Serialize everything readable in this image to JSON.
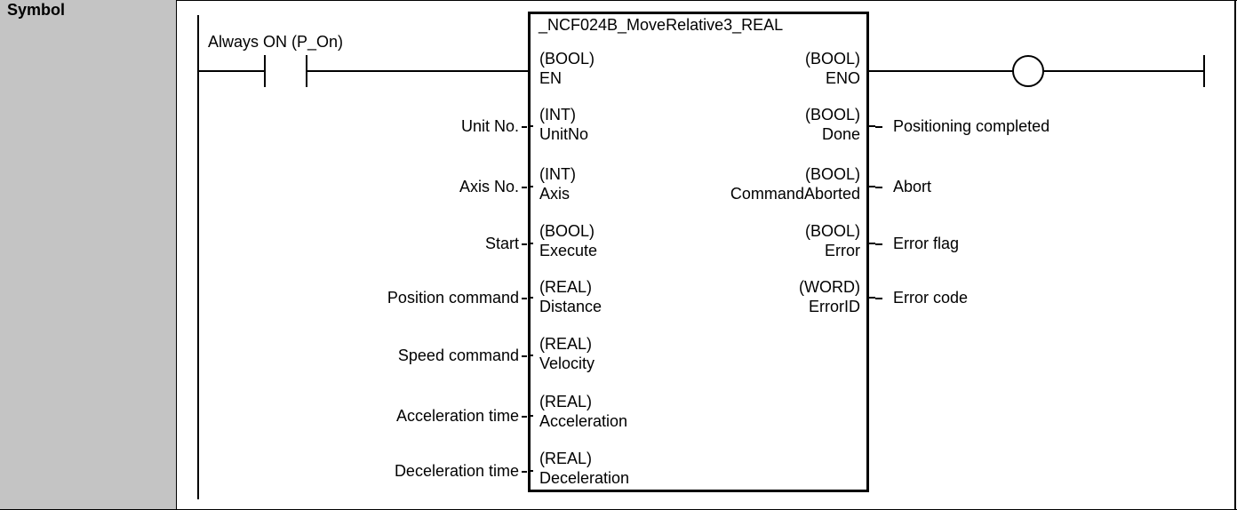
{
  "section_label": "Symbol",
  "contact_label": "Always ON (P_On)",
  "function_block": {
    "name": "_NCF024B_MoveRelative3_REAL",
    "inputs": [
      {
        "type": "(BOOL)",
        "name": "EN",
        "external": ""
      },
      {
        "type": "(INT)",
        "name": "UnitNo",
        "external": "Unit No."
      },
      {
        "type": "(INT)",
        "name": "Axis",
        "external": "Axis No."
      },
      {
        "type": "(BOOL)",
        "name": "Execute",
        "external": "Start"
      },
      {
        "type": "(REAL)",
        "name": "Distance",
        "external": "Position  command"
      },
      {
        "type": "(REAL)",
        "name": "Velocity",
        "external": "Speed  command"
      },
      {
        "type": "(REAL)",
        "name": "Acceleration",
        "external": "Acceleration  time"
      },
      {
        "type": "(REAL)",
        "name": "Deceleration",
        "external": "Deceleration time"
      }
    ],
    "outputs": [
      {
        "type": "(BOOL)",
        "name": "ENO",
        "external": ""
      },
      {
        "type": "(BOOL)",
        "name": "Done",
        "external": "Positioning completed"
      },
      {
        "type": "(BOOL)",
        "name": "CommandAborted",
        "external": "Abort"
      },
      {
        "type": "(BOOL)",
        "name": "Error",
        "external": "Error flag"
      },
      {
        "type": "(WORD)",
        "name": "ErrorID",
        "external": "Error code"
      }
    ]
  }
}
